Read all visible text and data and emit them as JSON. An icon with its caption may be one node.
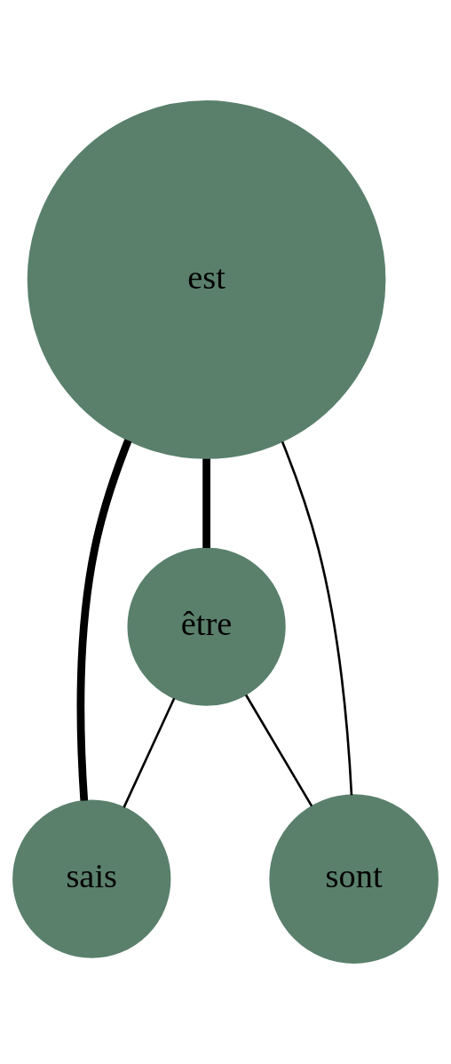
{
  "diagram": {
    "nodes": [
      {
        "text": [
          "est"
        ]
      },
      {
        "text": [
          "être"
        ]
      },
      {
        "text": [
          "sais"
        ]
      },
      {
        "text": [
          "sont"
        ]
      }
    ],
    "edges": [
      {
        "from": 0,
        "to": 2,
        "arrow": "none",
        "style": "thick"
      },
      {
        "from": 0,
        "to": 1,
        "arrow": "none",
        "style": "thick"
      },
      {
        "from": 0,
        "to": 3,
        "arrow": "none"
      },
      {
        "from": 1,
        "to": 2,
        "arrow": "none"
      },
      {
        "from": 1,
        "to": 3,
        "arrow": "none"
      }
    ]
  }
}
